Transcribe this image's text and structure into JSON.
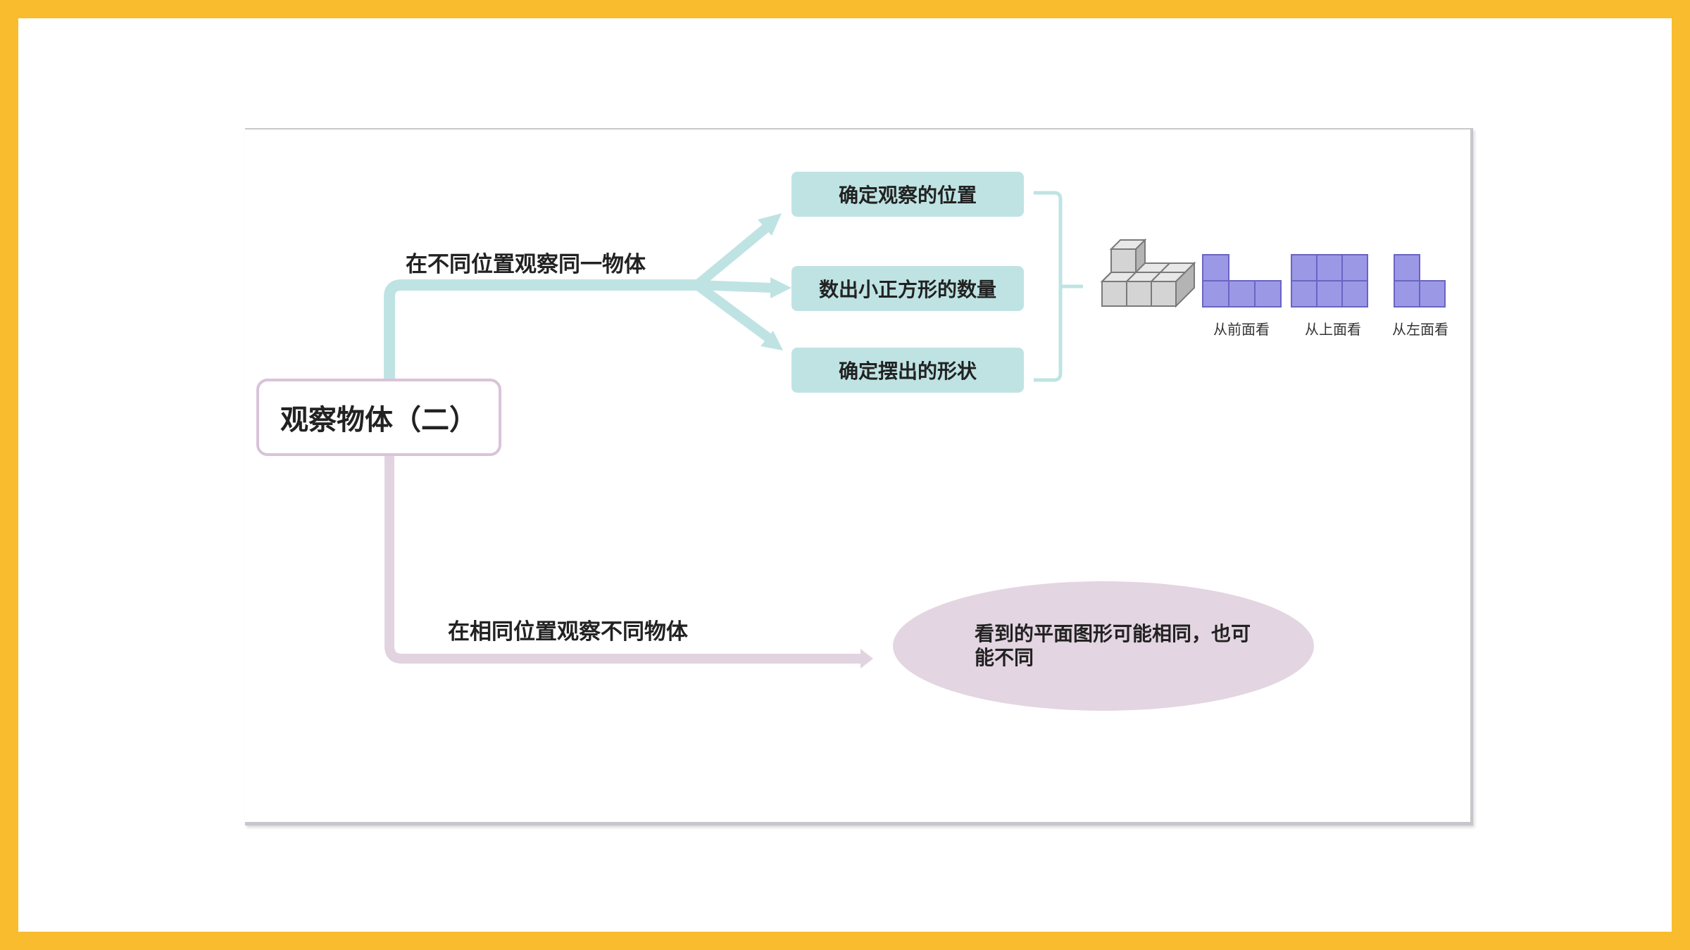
{
  "root": {
    "title": "观察物体（二）"
  },
  "branches": [
    {
      "label": "在不同位置观察同一物体",
      "color": "#bfe3e3"
    },
    {
      "label": "在相同位置观察不同物体",
      "color": "#e2d3e0"
    }
  ],
  "leaves": [
    {
      "label": "确定观察的位置"
    },
    {
      "label": "数出小正方形的数量"
    },
    {
      "label": "确定摆出的形状"
    }
  ],
  "conclusion": {
    "text": "看到的平面图形可能相同，也可能不同"
  },
  "views": [
    {
      "label": "从前面看"
    },
    {
      "label": "从上面看"
    },
    {
      "label": "从左面看"
    }
  ],
  "colors": {
    "frame": "#F8BC2E",
    "teal": "#bfe3e3",
    "pink": "#e2d3e0",
    "square_fill": "#9b98e6",
    "square_stroke": "#6a64c4"
  }
}
